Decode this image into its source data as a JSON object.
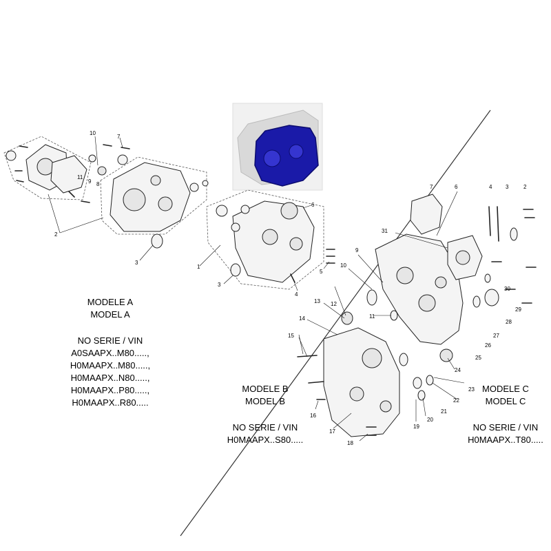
{
  "thumbnail": {
    "highlight_color": "#1a1aa8",
    "icon": "engine-crankcase-thumbnail"
  },
  "divider_color": "#333333",
  "model_a": {
    "title_fr": "MODELE A",
    "title_en": "MODEL A",
    "serial_label": "NO SERIE / VIN",
    "serials": [
      "A0SAAPX..M80.....,",
      "H0MAAPX..M80.....,",
      "H0MAAPX..N80.....,",
      "H0MAAPX..P80.....,",
      "H0MAAPX..R80....."
    ]
  },
  "model_b": {
    "title_fr": "MODELE B",
    "title_en": "MODEL B",
    "serial_label": "NO SERIE / VIN",
    "serial": "H0MAAPX..S80....."
  },
  "model_c": {
    "title_fr": "MODELE C",
    "title_en": "MODEL C",
    "serial_label": "NO SERIE / VIN",
    "serial": "H0MAAPX..T80....."
  },
  "callouts_a": [
    "1",
    "2",
    "3",
    "3",
    "4",
    "5",
    "6",
    "7",
    "8",
    "9",
    "10",
    "11"
  ],
  "callouts_b": [
    "11",
    "12",
    "13",
    "14",
    "15",
    "16",
    "17",
    "18",
    "19",
    "20",
    "21",
    "22",
    "23"
  ],
  "callouts_c": [
    "2",
    "3",
    "4",
    "6",
    "7",
    "9",
    "10",
    "24",
    "25",
    "26",
    "27",
    "28",
    "29",
    "30",
    "31"
  ]
}
